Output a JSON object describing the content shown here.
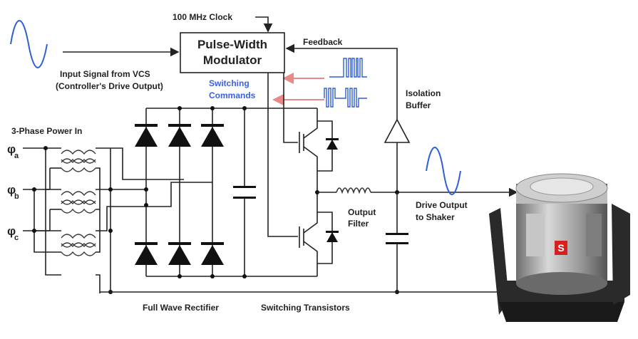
{
  "labels": {
    "clock": "100 MHz Clock",
    "pwm_line1": "Pulse-Width",
    "pwm_line2": "Modulator",
    "feedback": "Feedback",
    "input_line1": "Input Signal from VCS",
    "input_line2": "(Controller's Drive Output)",
    "switching_line1": "Switching",
    "switching_line2": "Commands",
    "isolation_line1": "Isolation",
    "isolation_line2": "Buffer",
    "power_in": "3-Phase Power In",
    "phase_a": "φ",
    "phase_a_sub": "a",
    "phase_b": "φ",
    "phase_b_sub": "b",
    "phase_c": "φ",
    "phase_c_sub": "c",
    "output_filter_line1": "Output",
    "output_filter_line2": "Filter",
    "drive_output_line1": "Drive Output",
    "drive_output_line2": "to Shaker",
    "rectifier": "Full Wave Rectifier",
    "transistors": "Switching Transistors",
    "shaker_brand": "S"
  },
  "colors": {
    "wire": "#222222",
    "sine": "#2e5fd6",
    "pulse": "#2e5fd6",
    "command_arrow": "#e88888",
    "accent_text": "#3a5fe0",
    "shaker_body": "#9a9a9a",
    "shaker_frame": "#2a2a2a",
    "logo": "#d62020"
  },
  "icons": {
    "input_wave": "sine-wave-icon",
    "output_wave": "sine-wave-icon",
    "pulse_top": "pwm-pulse-train-icon",
    "pulse_bottom": "pwm-pulse-train-icon",
    "shaker": "vibration-shaker-icon"
  }
}
